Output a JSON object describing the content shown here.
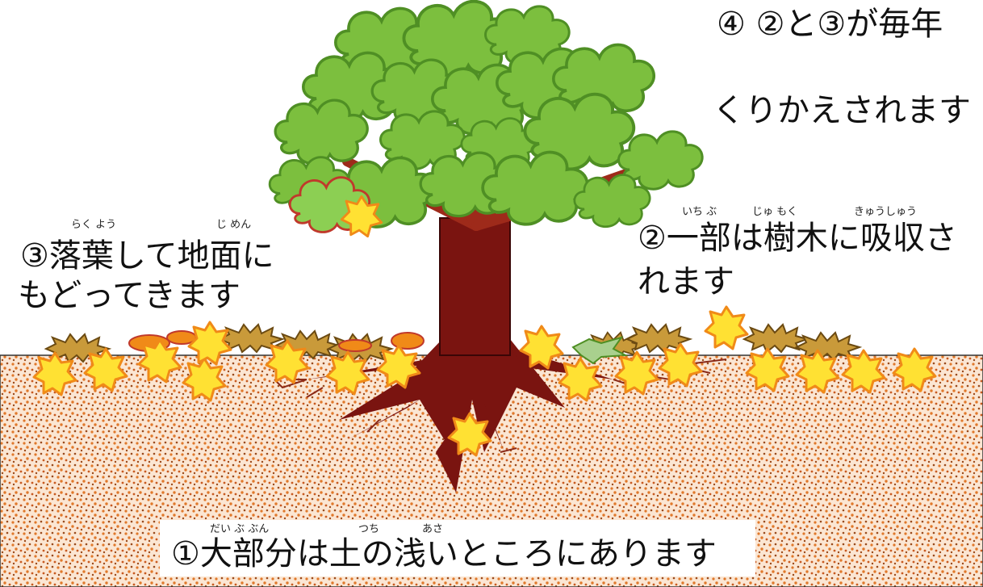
{
  "colors": {
    "soil_dot_orange": "#e0782a",
    "soil_dot_brown": "#9a4a1c",
    "trunk": "#7a1410",
    "leaf_green": "#7cbf3e",
    "leaf_dark": "#4f8f24",
    "fallen_leaf_yellow": "#ffe133",
    "fallen_leaf_orange": "#f08a18",
    "fallen_leaf_brown": "#b07a2a"
  },
  "labels": {
    "step4_line1": "④ ②と③が毎年",
    "step4_line2": "くりかえされます",
    "step2_line1": "②一部は樹木に吸収さ",
    "step2_line2": "れます",
    "step2_ruby_ichibu": "いち ぶ",
    "step2_ruby_jumoku": "じゅ もく",
    "step2_ruby_kyuushuu": "きゅうしゅう",
    "step3_line1": "③落葉して地面に",
    "step3_line2": "もどってきます",
    "step3_ruby_rakuyou": "らく よう",
    "step3_ruby_jimen": "じ めん",
    "step1_line": "①大部分は土の浅いところにあります",
    "step1_ruby_daibubun": "だい ぶ  ぶん",
    "step1_ruby_tsuchi": "つち",
    "step1_ruby_asa": "あさ"
  }
}
